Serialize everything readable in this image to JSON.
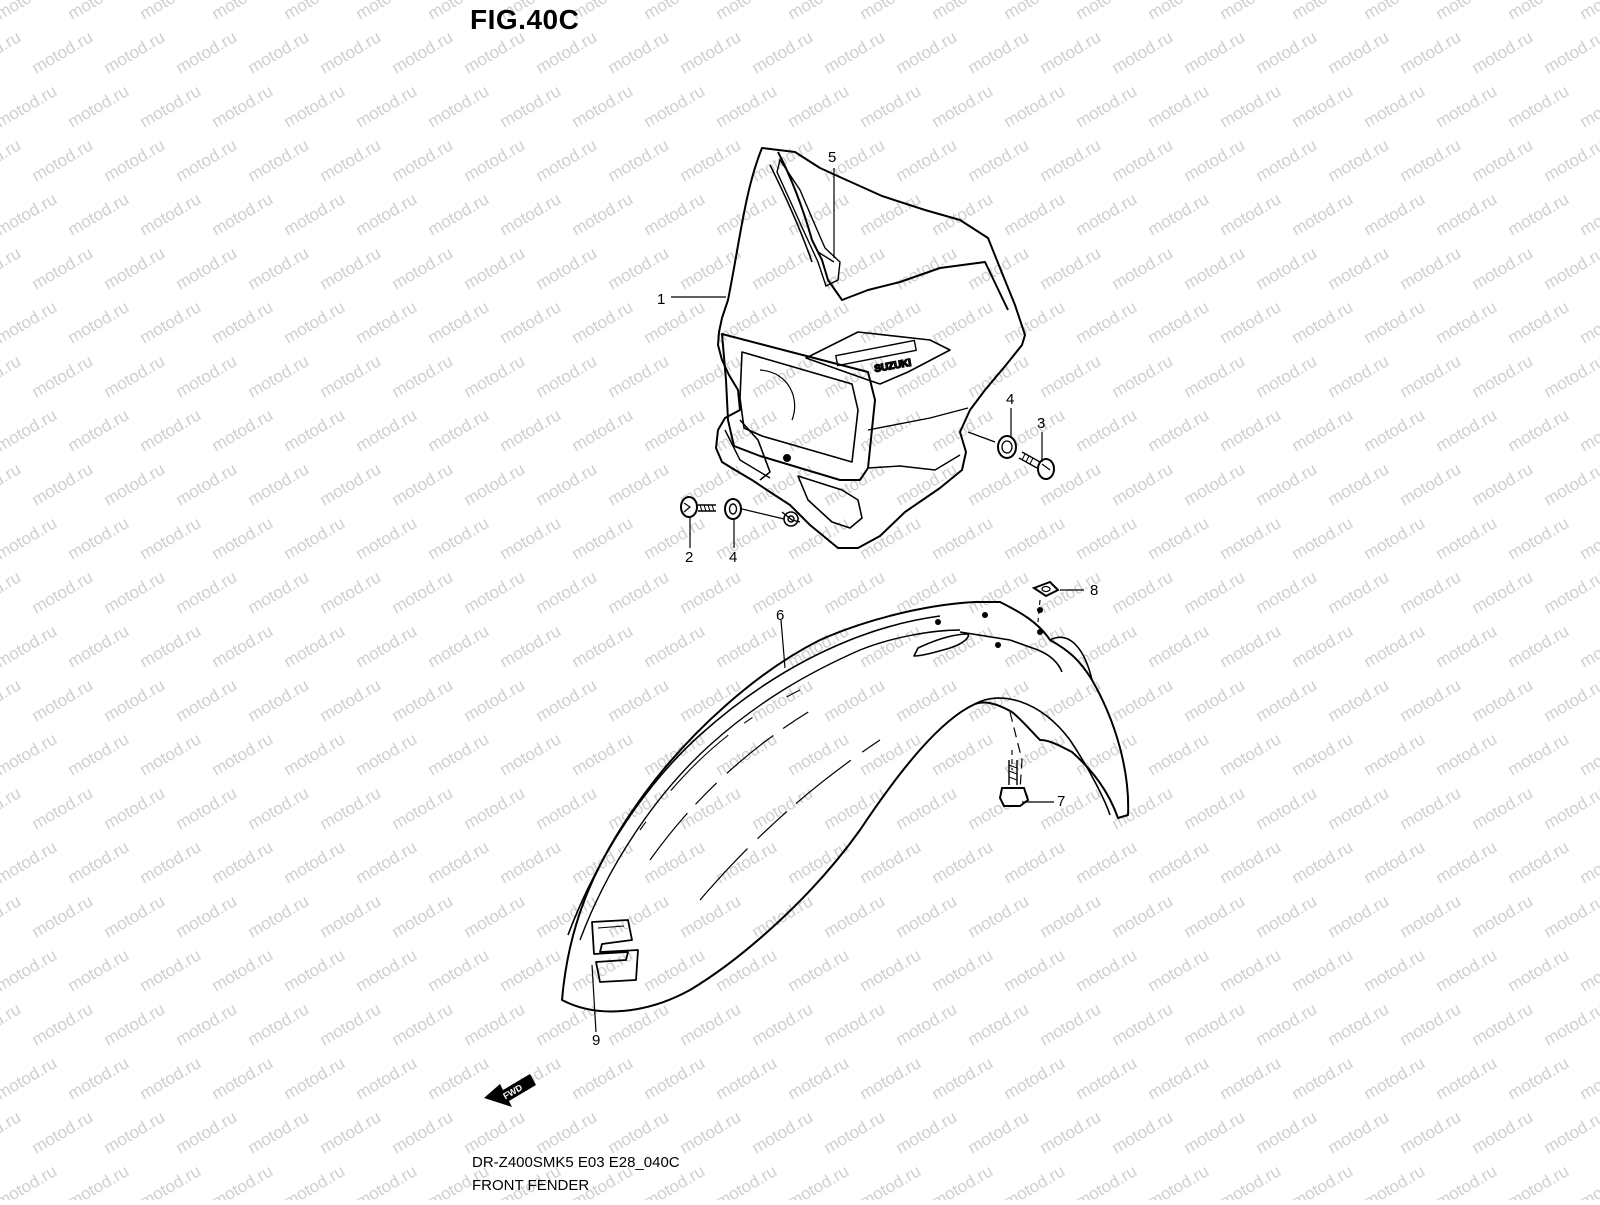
{
  "figure": {
    "title": "FIG.40C"
  },
  "watermark": {
    "text": "motod.ru",
    "color": "#cfcfcf"
  },
  "footer": {
    "model_code": "DR-Z400SMK5 E03 E28_040C",
    "section_name": "FRONT FENDER"
  },
  "callouts": {
    "c1": "1",
    "c2": "2",
    "c3": "3",
    "c4a": "4",
    "c4b": "4",
    "c5": "5",
    "c6": "6",
    "c7": "7",
    "c8": "8",
    "c9": "9"
  },
  "fwd_arrow": {
    "label": "FWD"
  },
  "decal": {
    "emblem_text": "SUZUKI"
  },
  "parts": [
    {
      "ref": "1",
      "name": "headlight-housing"
    },
    {
      "ref": "2",
      "name": "screw"
    },
    {
      "ref": "3",
      "name": "screw"
    },
    {
      "ref": "4",
      "name": "cushion"
    },
    {
      "ref": "5",
      "name": "emblem"
    },
    {
      "ref": "6",
      "name": "front-fender"
    },
    {
      "ref": "7",
      "name": "bolt"
    },
    {
      "ref": "8",
      "name": "washer"
    },
    {
      "ref": "9",
      "name": "emblem"
    }
  ]
}
